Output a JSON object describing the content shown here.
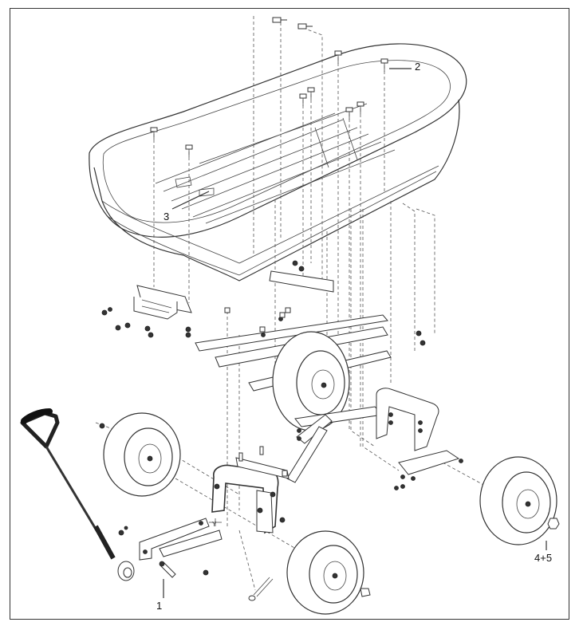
{
  "callouts": {
    "bolt_2": "2",
    "pin_3": "3",
    "bolt_1": "1",
    "wheel_nut_4_5": "4+5"
  }
}
